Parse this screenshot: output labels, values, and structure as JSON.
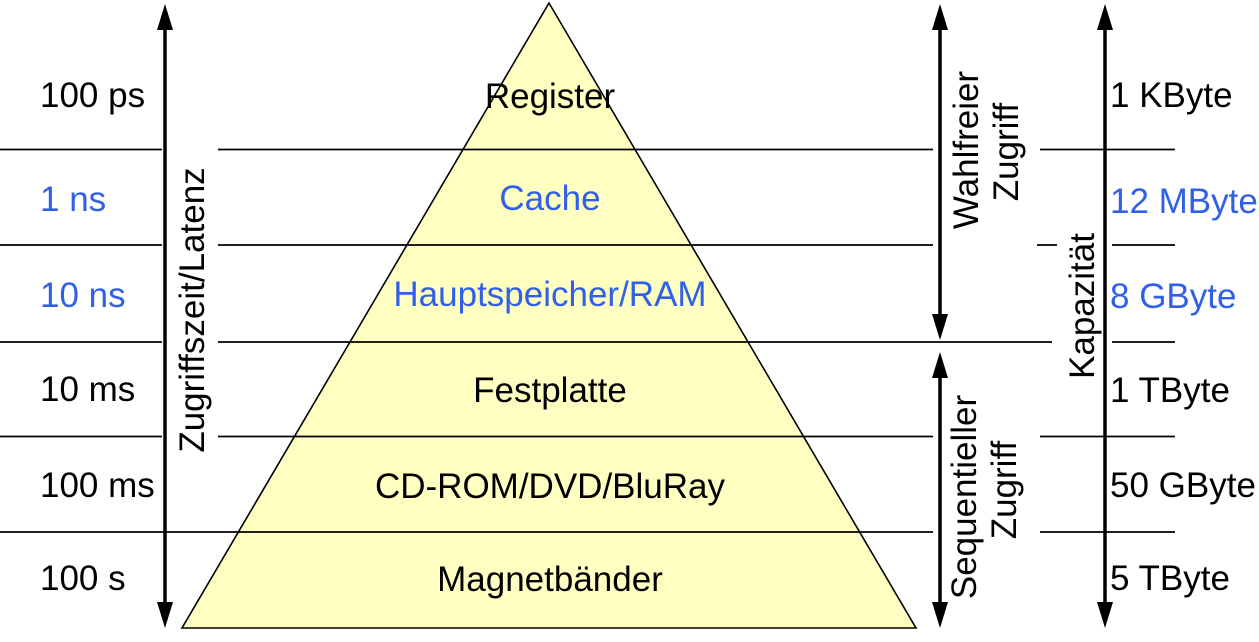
{
  "diagram": {
    "type": "memory-hierarchy-pyramid",
    "axis_left_label": "Zugriffszeit/Latenz",
    "axis_right_label": "Kapazität",
    "access_random": {
      "line1": "Wahlfreier",
      "line2": "Zugriff"
    },
    "access_sequential": {
      "line1": "Sequentieller",
      "line2": "Zugriff"
    },
    "levels": [
      {
        "name": "Register",
        "latency": "100 ps",
        "capacity": "1 KByte",
        "highlight": false
      },
      {
        "name": "Cache",
        "latency": "1 ns",
        "capacity": "12 MByte",
        "highlight": true
      },
      {
        "name": "Hauptspeicher/RAM",
        "latency": "10 ns",
        "capacity": "8 GByte",
        "highlight": true
      },
      {
        "name": "Festplatte",
        "latency": "10 ms",
        "capacity": "1 TByte",
        "highlight": false
      },
      {
        "name": "CD-ROM/DVD/BluRay",
        "latency": "100 ms",
        "capacity": "50 GByte",
        "highlight": false
      },
      {
        "name": "Magnetbänder",
        "latency": "100 s",
        "capacity": "5 TByte",
        "highlight": false
      }
    ],
    "colors": {
      "pyramid_fill": "#FFFFC2",
      "line": "#000000",
      "text": "#000000",
      "highlight_text": "#3060E8"
    }
  }
}
